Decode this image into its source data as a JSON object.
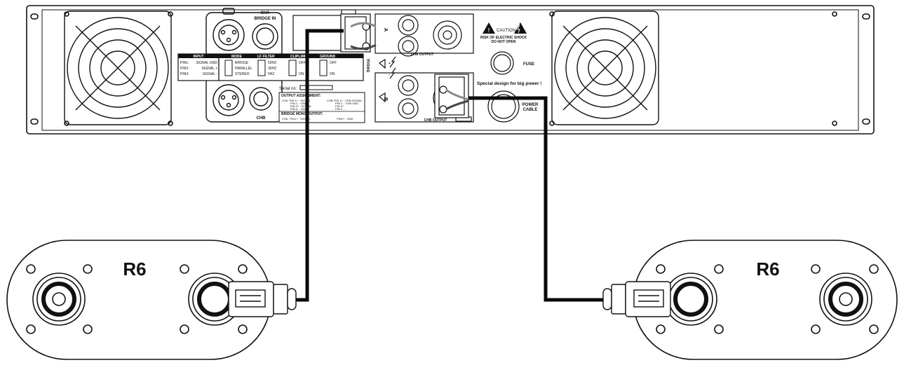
{
  "amp": {
    "cha_label": "CHA",
    "bridge_in_label": "BRIDGE IN",
    "chb_label": "CHB",
    "cha_output_label": "CHA OUTPUT",
    "chb_output_label": "CHB OUTPUT",
    "caution_label": "CAUTION",
    "shock_line1": "RISK OF ELECTRIC SHOCK",
    "shock_line2": "DO NOT OPEN",
    "fuse_label": "FUSE",
    "power_line1": "POWER",
    "power_line2": "CABLE",
    "special_note": "Special design for big power !",
    "serial_label": "Serial no:",
    "bridge_label": "BRIDGE",
    "term_a": "A",
    "term_b": "B",
    "plus": "+",
    "minus": "-",
    "input_panel": {
      "title": "INPUT",
      "rows": [
        {
          "pin": "PIN1:",
          "val": "SIGNAL GND"
        },
        {
          "pin": "PIN2:",
          "val": "SIGNAL +"
        },
        {
          "pin": "PIN3:",
          "val": "SIGNAL -"
        }
      ]
    },
    "mode_panel": {
      "headers": [
        "MODE",
        "LF FILTER",
        "CLIPLIMIT",
        "GROUND"
      ],
      "mode_items": [
        "BRIDGE",
        "PARALLEL",
        "STEREO"
      ],
      "filter_items": [
        "50HZ",
        "35HZ",
        "5HZ"
      ],
      "clip_items": [
        "OFF",
        "ON"
      ],
      "ground_items": [
        "OFF",
        "ON"
      ]
    },
    "output_assign": {
      "title": "OUTPUT ASSIGNMENT:",
      "cha_lines": [
        "CHA: PIN 1+ : SIGNAL",
        "PIN 1- : GND",
        "PIN 2+ : SIGNAL",
        "PIN 2- : GND"
      ],
      "chb_lines": [
        "CHB: PIN 1+ : CHB SIGNAL",
        "PIN 1- : CHB GND",
        "PIN 2+ :",
        "PIN 2- :"
      ],
      "bridge_title": "BRIDGE MONO OUTPUT:",
      "bridge_cha": "CHA : PIN1+ : SIGNAL",
      "bridge_gnd": "PIN2+ : GND"
    }
  },
  "speakers": {
    "left_label": "R6",
    "right_label": "R6"
  },
  "colors": {
    "line": "#111111",
    "cable": "#0a0a0a",
    "panel_fill": "#ffffff"
  }
}
